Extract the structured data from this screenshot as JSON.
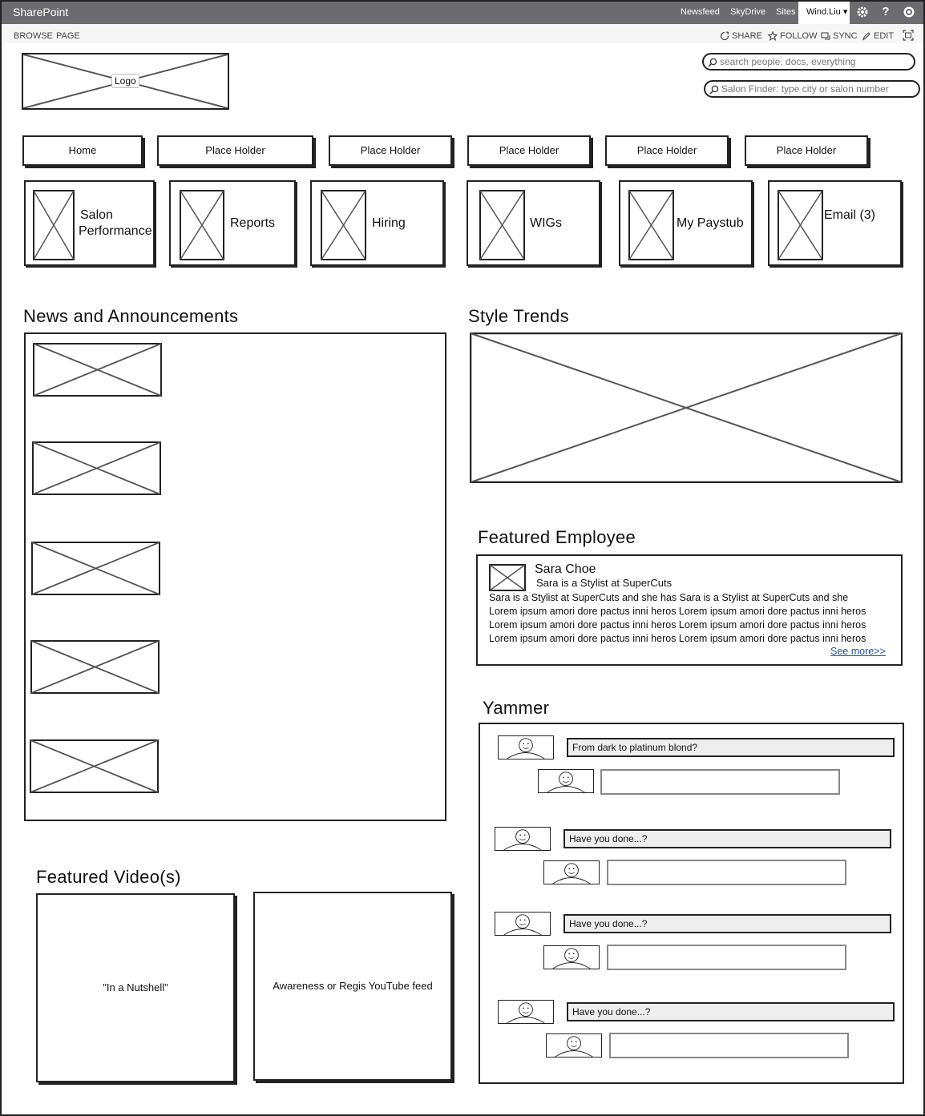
{
  "suitebar": {
    "brand": "SharePoint",
    "links": [
      "Newsfeed",
      "SkyDrive",
      "Sites"
    ],
    "user": "Wind.Liu ▾",
    "icons": [
      "gear-icon",
      "help-icon",
      "globe-icon"
    ]
  },
  "ribbon": {
    "tabs": [
      "BROWSE",
      "PAGE"
    ],
    "actions": [
      "SHARE",
      "FOLLOW",
      "SYNC",
      "EDIT"
    ]
  },
  "header": {
    "logo_label": "Logo",
    "search_placeholder": "search people, docs, everything",
    "salon_finder_placeholder": "Salon Finder: type city or salon number"
  },
  "topnav": [
    "Home",
    "Place Holder",
    "Place Holder",
    "Place Holder",
    "Place Holder",
    "Place Holder"
  ],
  "tiles": [
    {
      "line1": "Salon",
      "line2": "Performance"
    },
    {
      "line1": "Reports",
      "line2": ""
    },
    {
      "line1": "Hiring",
      "line2": ""
    },
    {
      "line1": "WIGs",
      "line2": ""
    },
    {
      "line1": "My Paystub",
      "line2": ""
    },
    {
      "line1": "Email (3)",
      "line2": ""
    }
  ],
  "news": {
    "title": "News and Announcements"
  },
  "style_trends": {
    "title": "Style Trends"
  },
  "featured_employee": {
    "title": "Featured Employee",
    "name": "Sara Choe",
    "subtitle": "Sara is a Stylist at SuperCuts",
    "lines": [
      "Sara is a Stylist at SuperCuts and she has Sara is a Stylist at SuperCuts and she",
      "Lorem ipsum amori dore pactus inni heros Lorem ipsum amori dore pactus inni heros",
      "Lorem ipsum amori dore pactus inni heros Lorem ipsum amori dore pactus inni heros",
      "Lorem ipsum amori dore pactus inni heros Lorem ipsum amori dore pactus inni heros"
    ],
    "see_more": "See more>>"
  },
  "yammer": {
    "title": "Yammer",
    "posts": [
      "From dark to platinum blond?",
      "Have you done...?",
      "Have you done...?",
      "Have you done...?"
    ]
  },
  "videos": {
    "title": "Featured Video(s)",
    "items": [
      "\"In a Nutshell\"",
      "Awareness or Regis YouTube feed"
    ]
  }
}
